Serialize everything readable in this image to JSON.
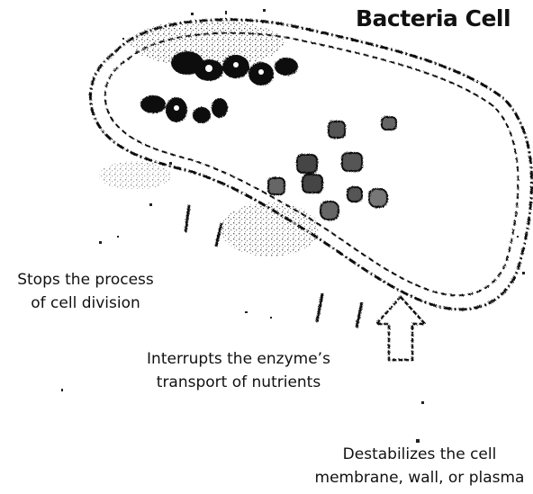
{
  "title": "Bacteria Cell",
  "labels": {
    "division": [
      "Stops the process",
      "of cell division"
    ],
    "transport": [
      "Interrupts the enzyme’s",
      "transport of nutrients"
    ],
    "membrane": [
      "Destabilizes the cell",
      "membrane, wall, or plasma"
    ]
  },
  "colors": {
    "ink": "#111111",
    "background": "#ffffff"
  }
}
